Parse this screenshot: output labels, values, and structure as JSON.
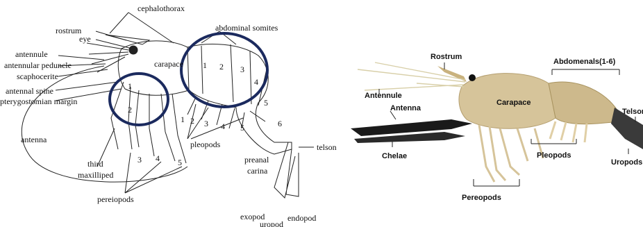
{
  "left_diagram": {
    "labels": {
      "cephalothorax": "cephalothorax",
      "rostrum": "rostrum",
      "eye": "eye",
      "abdominal_somites": "abdominal somites",
      "antennule": "antennule",
      "antennular_peduncle": "antennular peduncle",
      "scaphocerite": "scaphocerite",
      "carapace": "carapace",
      "antennal_spine": "antennal spine",
      "pterygostomian_margin": "pterygostomian margin",
      "antenna": "antenna",
      "third": "third",
      "maxilliped": "maxilliped",
      "pereiopods": "pereiopods",
      "pleopods": "pleopods",
      "preanal": "preanal",
      "carina": "carina",
      "telson": "telson",
      "exopod": "exopod",
      "endopod": "endopod",
      "uropod": "uropod"
    },
    "somite_numbers": [
      "1",
      "2",
      "3",
      "4",
      "5",
      "6"
    ],
    "pleopod_numbers": [
      "1",
      "2",
      "3",
      "4",
      "5"
    ],
    "pereiopod_numbers": [
      "1",
      "2",
      "3",
      "4",
      "5"
    ],
    "highlight_color": "#1b2a5e"
  },
  "right_photo": {
    "labels": {
      "rostrum": "Rostrum",
      "abdomenals": "Abdomenals(1-6)",
      "antennule": "Antennule",
      "antenna": "Antenna",
      "carapace": "Carapace",
      "telson": "Telson",
      "chelae": "Chelae",
      "pleopods": "Pleopods",
      "uropods": "Uropods",
      "pereopods": "Pereopods"
    }
  }
}
